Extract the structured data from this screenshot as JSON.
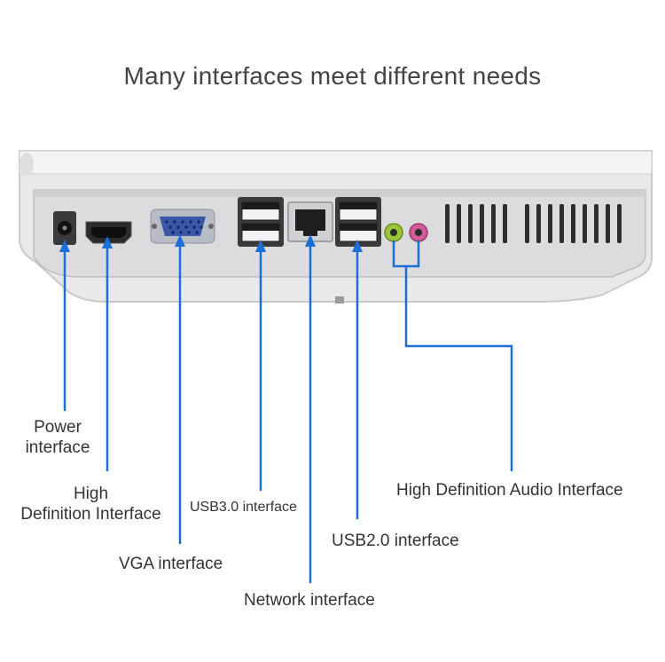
{
  "title": "Many interfaces meet different needs",
  "labels": {
    "power_line1": "Power",
    "power_line2": "interface",
    "hd_line1": "High",
    "hd_line2": "Definition Interface",
    "usb3": "USB3.0 interface",
    "hd_audio": "High Definition Audio Interface",
    "vga": "VGA interface",
    "usb2": "USB2.0 interface",
    "network": "Network interface"
  },
  "colors": {
    "leader_line": "#1b6fd6",
    "panel": "#e4e4e4",
    "port_dark": "#2a2a2a",
    "vga_blue": "#3a57a8",
    "audio_green": "#9ac43a",
    "audio_pink": "#d25c9a"
  }
}
